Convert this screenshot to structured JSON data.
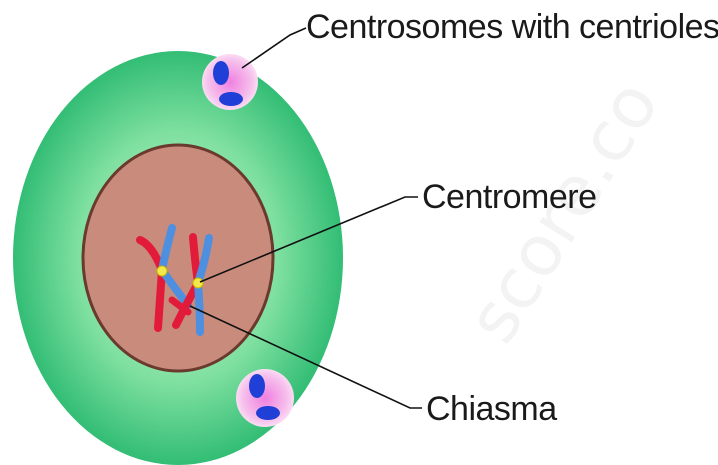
{
  "diagram": {
    "labels": {
      "centrosomes": "Centrosomes with centrioles",
      "centromere": "Centromere",
      "chiasma": "Chiasma"
    },
    "watermark": "score.co",
    "colors": {
      "cytoplasm_center": "#b8f5c8",
      "cytoplasm_edge": "#1fb46a",
      "nucleus": "#c98c7c",
      "nucleus_border": "#6b3a2e",
      "centrosome_halo": "#f1a6e4",
      "centriole": "#1f3fd6",
      "chromosome_red": "#e31b3a",
      "chromosome_blue": "#4f8fe0",
      "centromere_dot": "#f3e94a",
      "leader_line": "#111111"
    }
  }
}
